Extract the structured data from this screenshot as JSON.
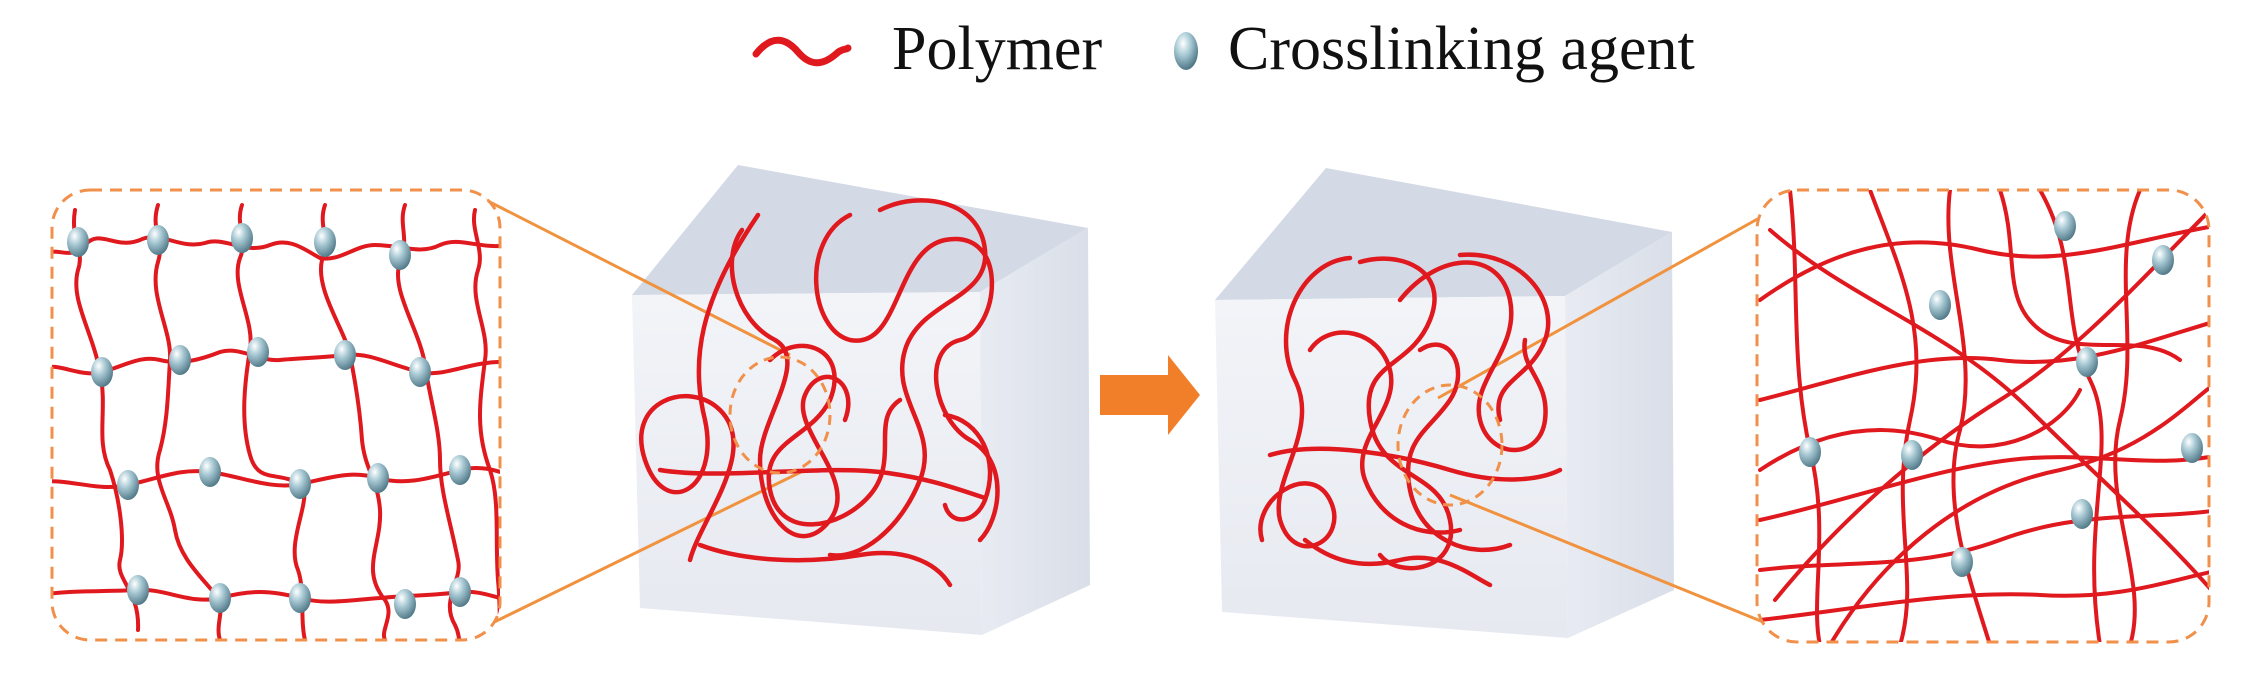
{
  "legend": {
    "polymer_label": "Polymer",
    "crosslinker_label": "Crosslinking agent",
    "polymer_icon": "wavy-red-line-icon",
    "crosslinker_icon": "blue-bead-icon"
  },
  "colors": {
    "polymer": "#e0191f",
    "bead": "#9fc3cf",
    "bead_dark": "#5f8796",
    "dashed_outline": "#f0904a",
    "zoom_line": "#f0923e",
    "arrow": "#f17f2a",
    "cube_top": "#d2d8e4",
    "cube_front": "#eef0f5",
    "cube_side": "#e1e5ed"
  },
  "diagram": {
    "panels": [
      "regular-crosslinked-network",
      "irregular-crosslinked-network"
    ],
    "transition": "arrow-right"
  }
}
